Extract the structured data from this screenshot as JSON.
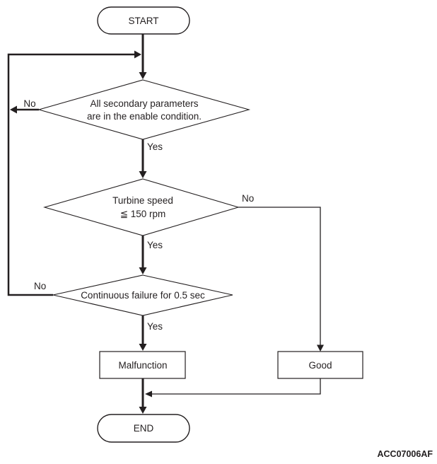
{
  "diagram": {
    "type": "flowchart",
    "background_color": "#ffffff",
    "line_color": "#231f20",
    "code": "ACC07006AF",
    "start": {
      "label": "START"
    },
    "decision1": {
      "text_line1": "All secondary parameters",
      "text_line2": "are in the enable condition.",
      "no_label": "No",
      "yes_label": "Yes"
    },
    "decision2": {
      "text_line1": "Turbine speed",
      "text_line2": "≦ 150 rpm",
      "no_label": "No",
      "yes_label": "Yes"
    },
    "decision3": {
      "text": "Continuous failure for 0.5 sec",
      "no_label": "No",
      "yes_label": "Yes"
    },
    "malfunction": {
      "label": "Malfunction"
    },
    "good": {
      "label": "Good"
    },
    "end": {
      "label": "END"
    }
  }
}
